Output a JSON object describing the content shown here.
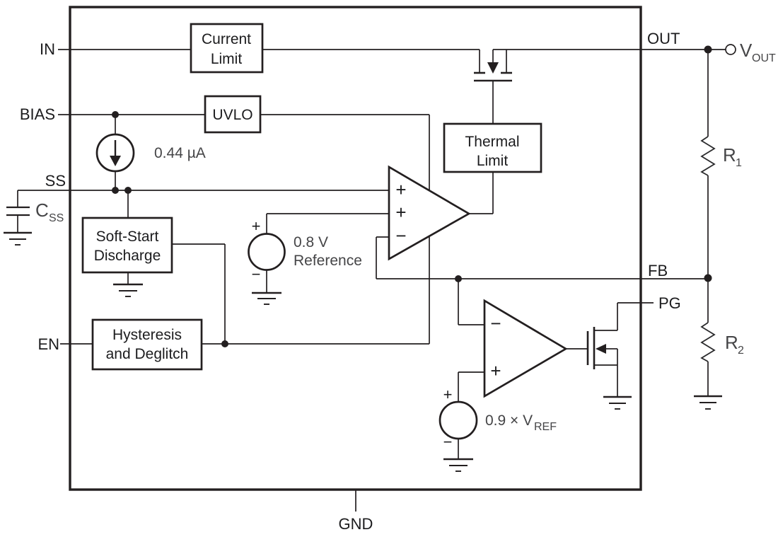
{
  "pins": {
    "in": "IN",
    "bias": "BIAS",
    "ss": "SS",
    "en": "EN",
    "out": "OUT",
    "fb": "FB",
    "pg": "PG",
    "gnd": "GND"
  },
  "blocks": {
    "current_limit": {
      "line1": "Current",
      "line2": "Limit"
    },
    "uvlo": {
      "label": "UVLO"
    },
    "thermal_limit": {
      "line1": "Thermal",
      "line2": "Limit"
    },
    "soft_start_discharge": {
      "line1": "Soft-Start",
      "line2": "Discharge"
    },
    "hysteresis_deglitch": {
      "line1": "Hysteresis",
      "line2": "and Deglitch"
    }
  },
  "sources": {
    "soft_start_current": {
      "value": "0.44 µA"
    },
    "reference": {
      "line1": "0.8 V",
      "line2": "Reference",
      "plus": "+",
      "minus": "−"
    },
    "pg_threshold": {
      "main": "0.9 × V",
      "sub": "REF",
      "plus": "+",
      "minus": "−"
    }
  },
  "amplifier": {
    "plus1": "+",
    "plus2": "+",
    "minus": "−"
  },
  "comparator": {
    "minus": "−",
    "plus": "+"
  },
  "external": {
    "css": {
      "main": "C",
      "sub": "SS"
    },
    "r1": {
      "main": "R",
      "sub": "1"
    },
    "r2": {
      "main": "R",
      "sub": "2"
    },
    "vout": {
      "main": "V",
      "sub": "OUT"
    }
  },
  "colors": {
    "line": "#231f20",
    "annotation": "#454547",
    "background": "#ffffff"
  }
}
